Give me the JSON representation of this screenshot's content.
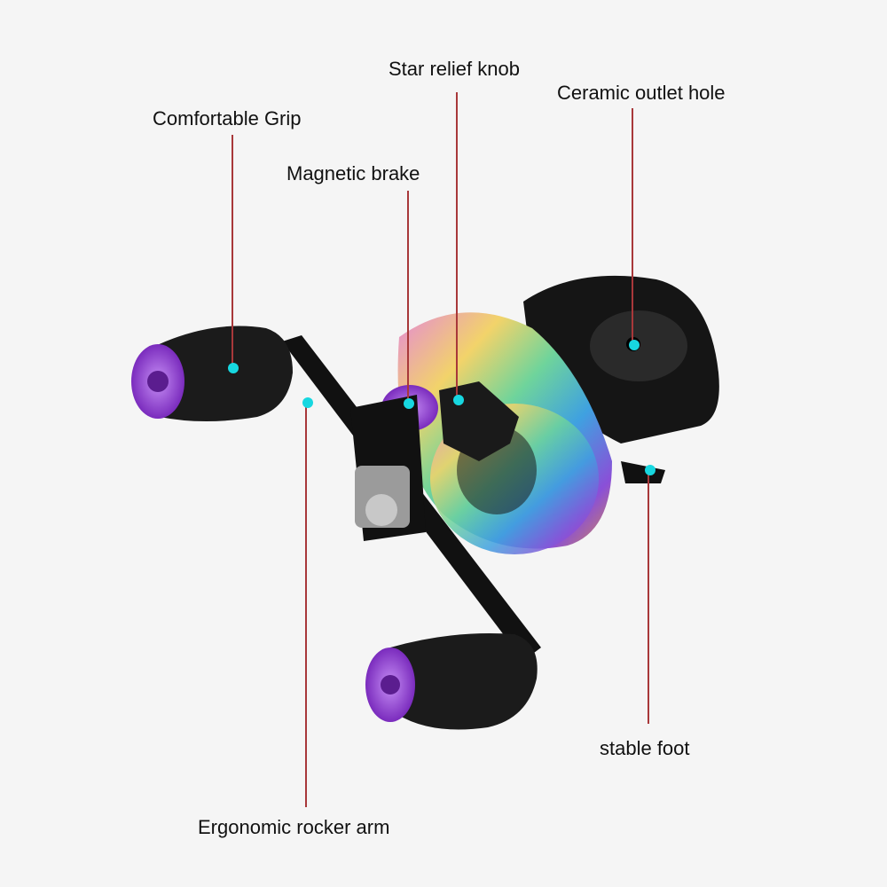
{
  "diagram": {
    "subject": "baitcasting fishing reel",
    "colors": {
      "background": "#f5f5f5",
      "leader_line": "#a8383a",
      "dot": "#17d7e0",
      "text": "#111111",
      "accent_purple": "#9b3fd6"
    },
    "callouts": [
      {
        "id": "grip",
        "label": "Comfortable Grip"
      },
      {
        "id": "star",
        "label": "Star relief knob"
      },
      {
        "id": "ceramic",
        "label": "Ceramic outlet hole"
      },
      {
        "id": "brake",
        "label": "Magnetic brake"
      },
      {
        "id": "foot",
        "label": "stable foot"
      },
      {
        "id": "arm",
        "label": "Ergonomic rocker arm"
      }
    ]
  }
}
